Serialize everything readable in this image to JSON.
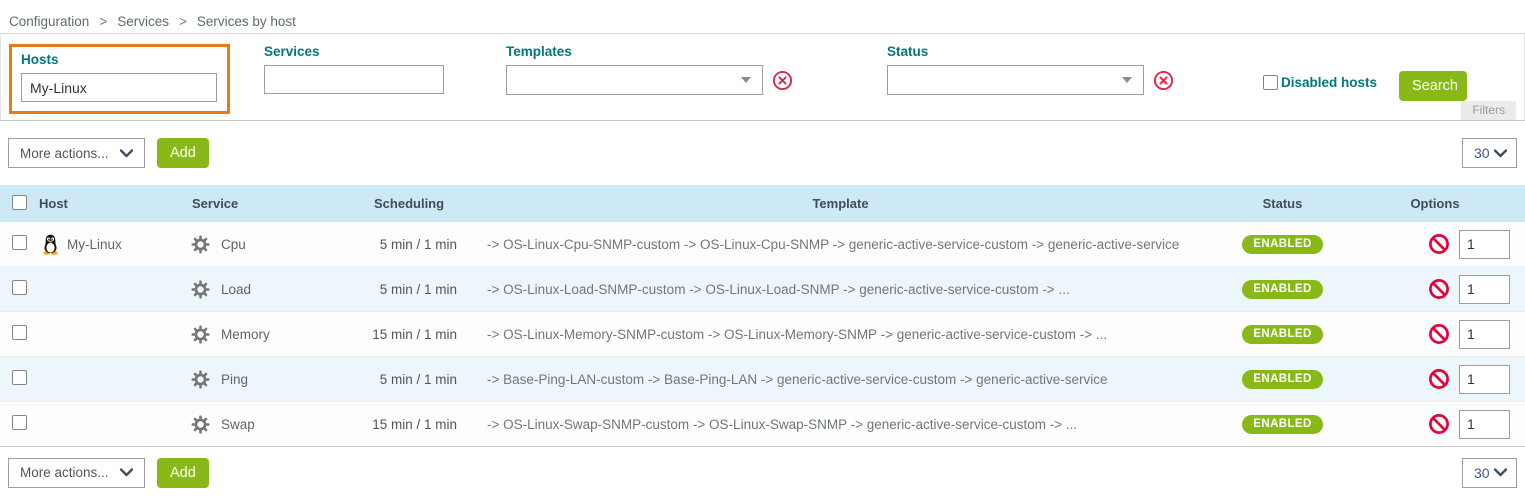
{
  "breadcrumb": {
    "separator": ">",
    "items": [
      "Configuration",
      "Services",
      "Services by host"
    ]
  },
  "filters": {
    "hosts": {
      "label": "Hosts",
      "value": "My-Linux"
    },
    "services": {
      "label": "Services",
      "value": ""
    },
    "templates": {
      "label": "Templates",
      "value": ""
    },
    "status": {
      "label": "Status",
      "value": ""
    },
    "disabled_hosts": {
      "label": "Disabled hosts"
    },
    "search_button": "Search",
    "filters_tab": "Filters"
  },
  "toolbar_top": {
    "more_actions": "More actions...",
    "add_button": "Add",
    "page_size": "30"
  },
  "toolbar_bottom": {
    "more_actions": "More actions...",
    "add_button": "Add",
    "page_size": "30"
  },
  "table": {
    "headers": {
      "host": "Host",
      "service": "Service",
      "scheduling": "Scheduling",
      "template": "Template",
      "status": "Status",
      "options": "Options"
    },
    "rows": [
      {
        "host": "My-Linux",
        "host_icon": "linux-penguin",
        "service": "Cpu",
        "scheduling": "5 min / 1 min",
        "template": "-> OS-Linux-Cpu-SNMP-custom -> OS-Linux-Cpu-SNMP -> generic-active-service-custom -> generic-active-service",
        "status": "ENABLED",
        "options_value": "1"
      },
      {
        "host": "",
        "service": "Load",
        "scheduling": "5 min / 1 min",
        "template": "-> OS-Linux-Load-SNMP-custom -> OS-Linux-Load-SNMP -> generic-active-service-custom -> ...",
        "status": "ENABLED",
        "options_value": "1"
      },
      {
        "host": "",
        "service": "Memory",
        "scheduling": "15 min / 1 min",
        "template": "-> OS-Linux-Memory-SNMP-custom -> OS-Linux-Memory-SNMP -> generic-active-service-custom -> ...",
        "status": "ENABLED",
        "options_value": "1"
      },
      {
        "host": "",
        "service": "Ping",
        "scheduling": "5 min / 1 min",
        "template": "-> Base-Ping-LAN-custom -> Base-Ping-LAN -> generic-active-service-custom -> generic-active-service",
        "status": "ENABLED",
        "options_value": "1"
      },
      {
        "host": "",
        "service": "Swap",
        "scheduling": "15 min / 1 min",
        "template": "-> OS-Linux-Swap-SNMP-custom -> OS-Linux-Swap-SNMP -> generic-active-service-custom -> ...",
        "status": "ENABLED",
        "options_value": "1"
      }
    ]
  },
  "colors": {
    "accent_teal": "#00787c",
    "green": "#88b917",
    "orange_highlight": "#e87a19",
    "red": "#e0063c",
    "header_blue": "#cde9f5",
    "row_alt": "#edf6fb"
  }
}
